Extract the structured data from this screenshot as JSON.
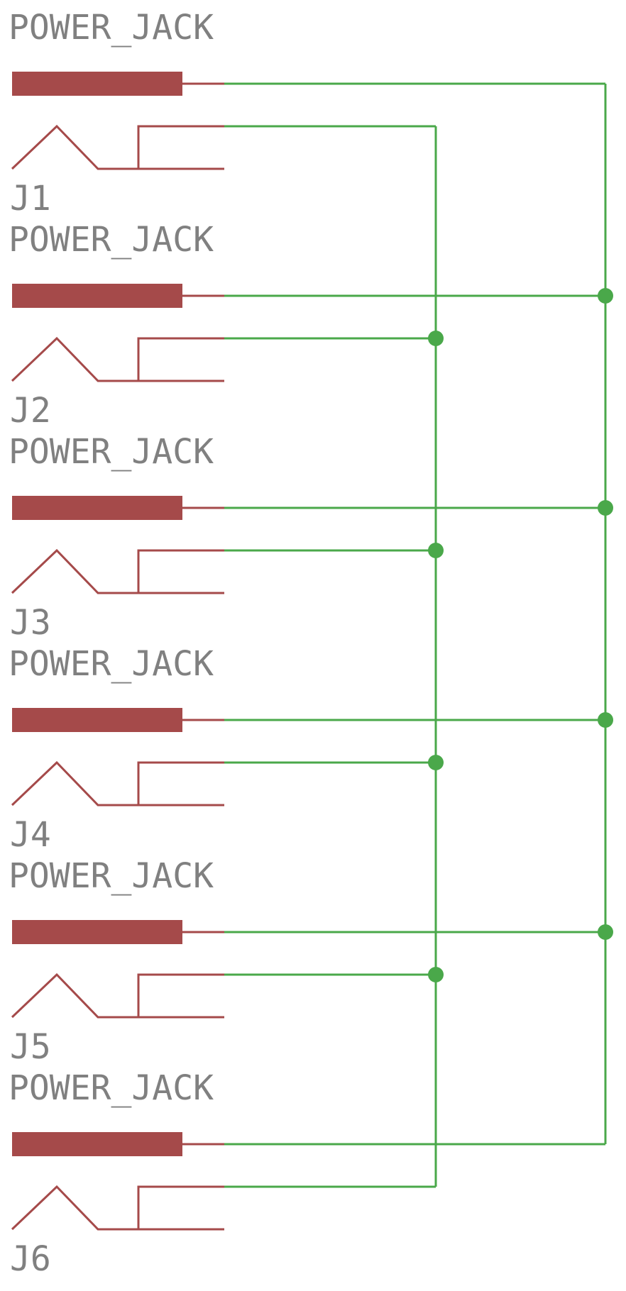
{
  "colors": {
    "symbol": "#a54a4a",
    "net": "#4aa84a",
    "text": "#808080",
    "background": "#ffffff"
  },
  "parts": [
    {
      "ref": "J1",
      "value": "POWER_JACK"
    },
    {
      "ref": "J2",
      "value": "POWER_JACK"
    },
    {
      "ref": "J3",
      "value": "POWER_JACK"
    },
    {
      "ref": "J4",
      "value": "POWER_JACK"
    },
    {
      "ref": "J5",
      "value": "POWER_JACK"
    },
    {
      "ref": "J6",
      "value": "POWER_JACK"
    }
  ],
  "nets": [
    {
      "connects": "pin 1 of J1, J2, J3, J4, J5, J6",
      "junctions": [
        "J2",
        "J3",
        "J4",
        "J5"
      ]
    },
    {
      "connects": "pin 2 of J1, J2, J3, J4, J5, J6",
      "junctions": [
        "J2",
        "J3",
        "J4",
        "J5"
      ]
    }
  ]
}
